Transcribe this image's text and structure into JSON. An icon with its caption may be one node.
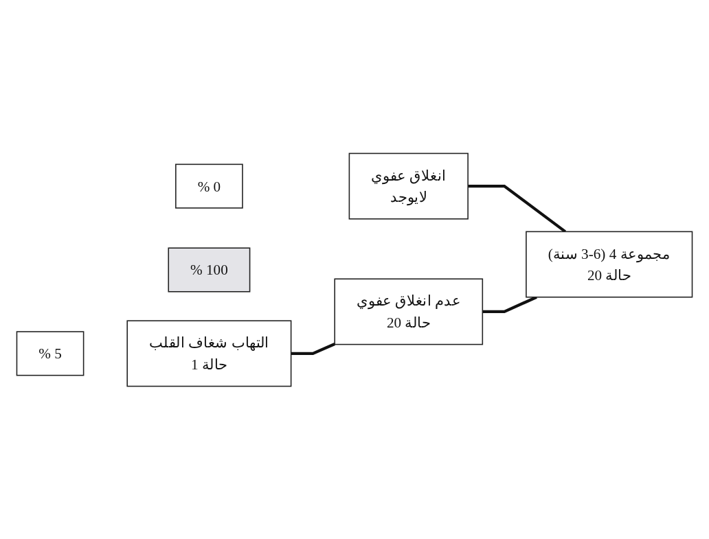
{
  "diagram": {
    "nodes": [
      {
        "text": [
          "مجموعة 4 (6-3 سنة)",
          "20 حالة"
        ]
      },
      {
        "text": [
          "انغلاق عفوي",
          "لايوجد"
        ]
      },
      {
        "text": [
          "% 0"
        ]
      },
      {
        "text": [
          "عدم انغلاق عفوي",
          "20 حالة"
        ]
      },
      {
        "text": [
          "% 100"
        ]
      },
      {
        "text": [
          "التهاب شغاف القلب",
          "1 حالة"
        ]
      },
      {
        "text": [
          "% 5"
        ]
      }
    ],
    "edges": [
      {
        "from": 0,
        "to": 1,
        "arrow": "none"
      },
      {
        "from": 0,
        "to": 3,
        "arrow": "none"
      },
      {
        "from": 3,
        "to": 5,
        "arrow": "none"
      }
    ]
  }
}
